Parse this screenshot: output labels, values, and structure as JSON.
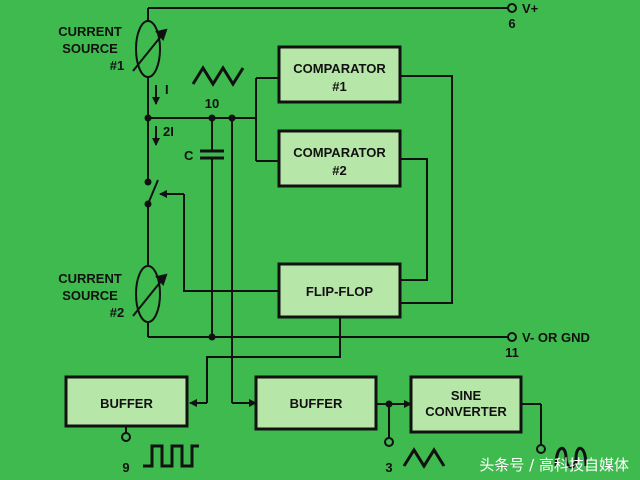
{
  "colors": {
    "background": "#3fba4e",
    "block_fill": "#b6e7a8",
    "line": "#111111",
    "watermark": "#ffffff"
  },
  "blocks": {
    "comparator1": {
      "line1": "COMPARATOR",
      "line2": "#1"
    },
    "comparator2": {
      "line1": "COMPARATOR",
      "line2": "#2"
    },
    "flipflop": "FLIP-FLOP",
    "buffer_left": "BUFFER",
    "buffer_right": "BUFFER",
    "sine_converter": {
      "line1": "SINE",
      "line2": "CONVERTER"
    }
  },
  "sources": {
    "top": {
      "line1": "CURRENT",
      "line2": "SOURCE",
      "line3": "#1"
    },
    "bottom": {
      "line1": "CURRENT",
      "line2": "SOURCE",
      "line3": "#2"
    }
  },
  "labels": {
    "current_i": "I",
    "current_2i": "2I",
    "capacitor": "C",
    "vplus": "V+",
    "vplus_pin": "6",
    "vminus": "V- OR GND",
    "vminus_pin": "11",
    "tri_pin": "10",
    "square_pin": "9",
    "triangle_out_pin": "3"
  },
  "watermark": "头条号 / 高科技自媒体"
}
